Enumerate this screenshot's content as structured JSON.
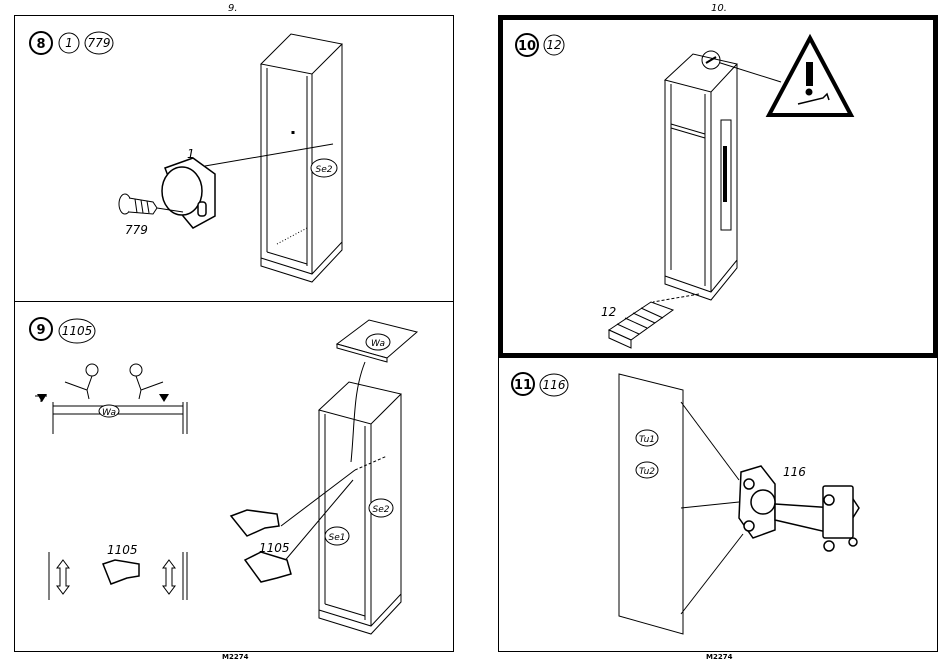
{
  "pages": [
    {
      "number": "9.",
      "footer": "M2274"
    },
    {
      "number": "10.",
      "footer": "M2274"
    }
  ],
  "step8": {
    "step": "8",
    "refs": [
      "1",
      "779"
    ],
    "label_part": "1",
    "label_screw": "779",
    "label_side": "Se2"
  },
  "step9": {
    "step": "9",
    "refs": [
      "1105"
    ],
    "label_board": "Wa",
    "label_bar": "Wa",
    "label_part": "1105",
    "label_part2": "1105",
    "label_side1": "Se1",
    "label_side2": "Se2"
  },
  "step10": {
    "step": "10",
    "refs": [
      "12"
    ],
    "label_part": "12"
  },
  "step11": {
    "step": "11",
    "refs": [
      "116"
    ],
    "label_part": "116",
    "label_door1": "Tu1",
    "label_door2": "Tu2"
  }
}
